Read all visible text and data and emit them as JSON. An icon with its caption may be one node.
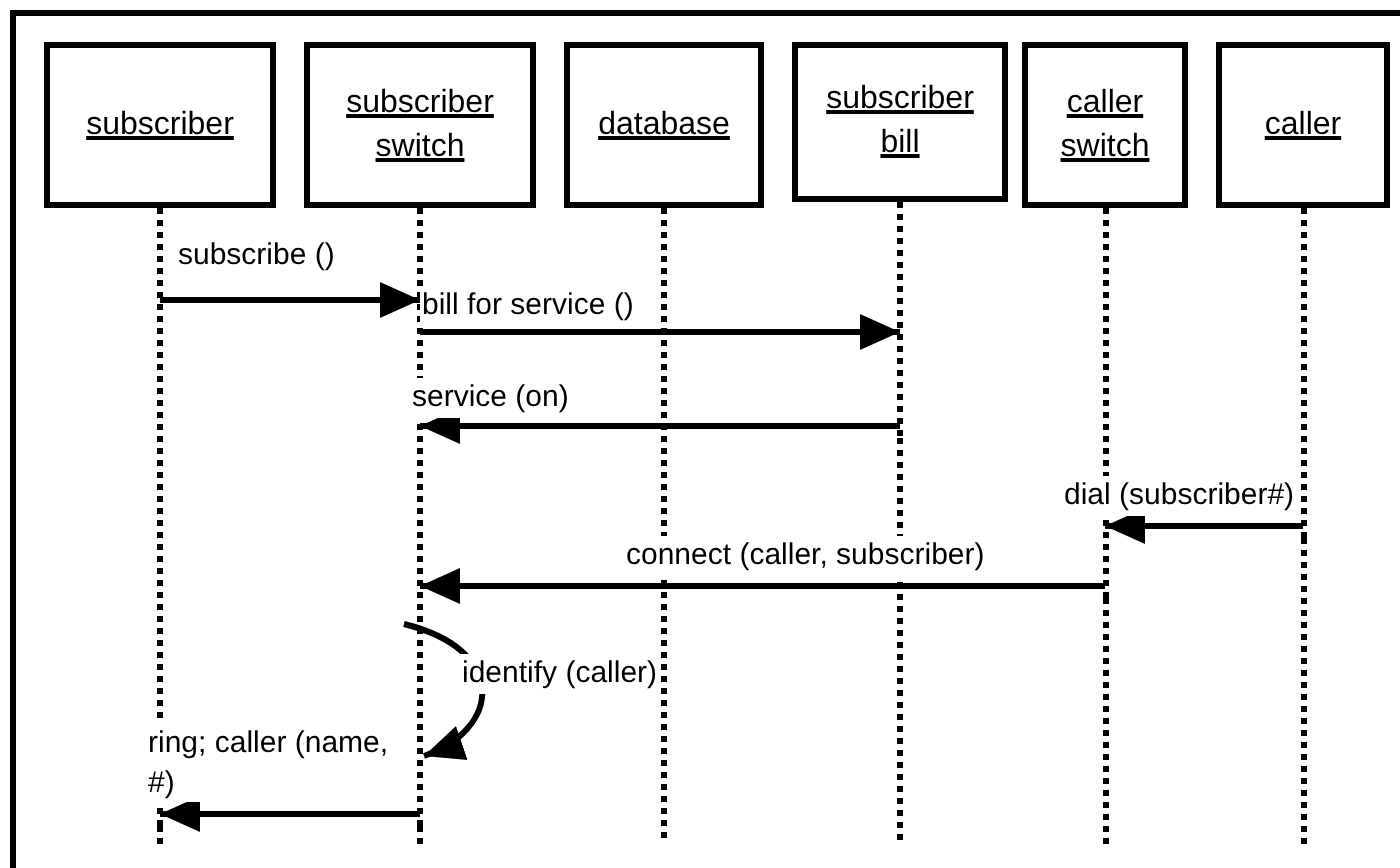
{
  "diagram": {
    "nodes": [
      {
        "text": [
          "subscriber"
        ]
      },
      {
        "text": [
          "subscriber switch"
        ]
      },
      {
        "text": [
          "database"
        ]
      },
      {
        "text": [
          "subscriber bill"
        ]
      },
      {
        "text": [
          "caller switch"
        ]
      },
      {
        "text": [
          "caller"
        ]
      }
    ],
    "edges": [
      {
        "from": 0,
        "to": 1,
        "arrow": "to",
        "label": "subscribe ()"
      },
      {
        "from": 1,
        "to": 3,
        "arrow": "to",
        "label": "bill for service ()"
      },
      {
        "from": 3,
        "to": 1,
        "arrow": "to",
        "label": "service (on)"
      },
      {
        "from": 5,
        "to": 4,
        "arrow": "to",
        "label": "dial (subscriber#)"
      },
      {
        "from": 4,
        "to": 1,
        "arrow": "to",
        "label": "connect (caller, subscriber)"
      },
      {
        "from": 1,
        "to": 1,
        "arrow": "to",
        "label": "identify (caller)"
      },
      {
        "from": 1,
        "to": 0,
        "arrow": "to",
        "label": "ring; caller (name, #)"
      }
    ]
  }
}
